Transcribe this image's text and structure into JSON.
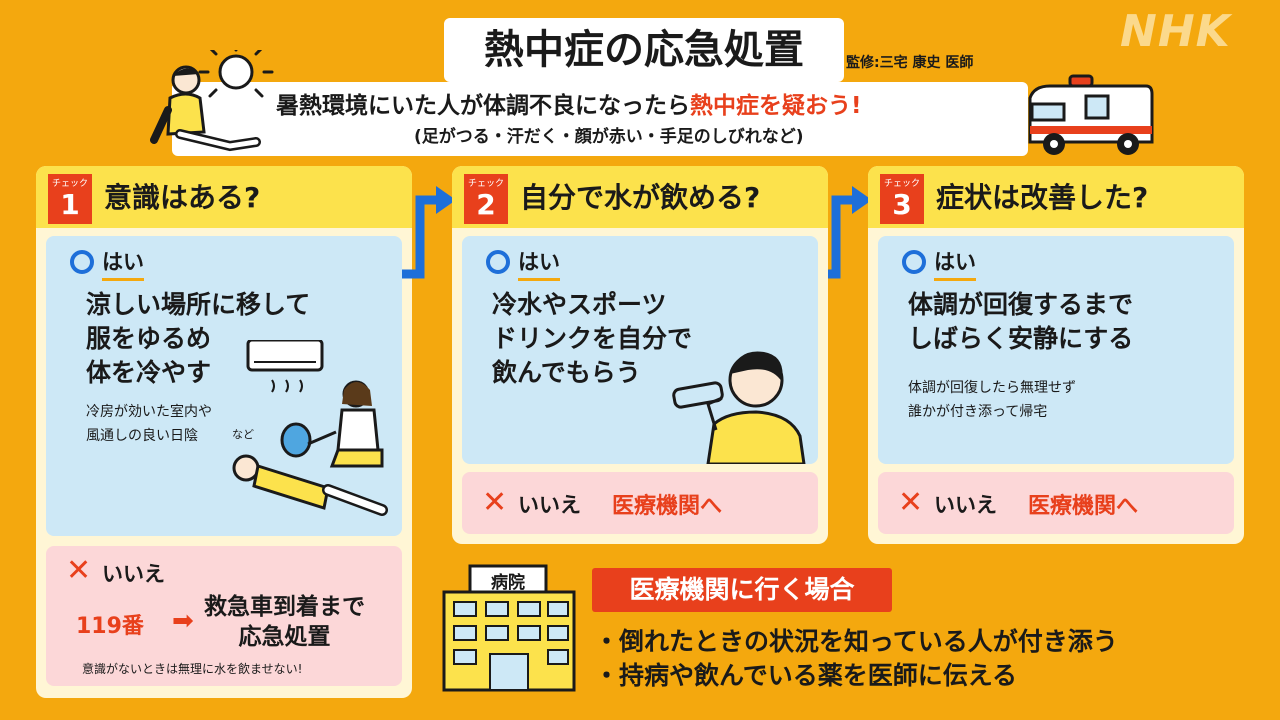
{
  "header": {
    "title": "熱中症の応急処置",
    "supervisor": "監修:三宅 康史 医師",
    "logo": "NHK",
    "warning_pre": "暑熱環境にいた人が体調不良になったら",
    "warning_emph": "熱中症を疑おう!",
    "warning_sub": "(足がつる・汗だく・顔が赤い・手足のしびれなど)"
  },
  "checks": [
    {
      "badge_small": "チェック",
      "badge_num": "1",
      "question": "意識はある?",
      "yes_label": "はい",
      "yes_main": "涼しい場所に移して\n服をゆるめ\n体を冷やす",
      "yes_sub": "冷房が効いた室内や\n風通しの良い日陰",
      "yes_sub_tail": "など",
      "no_label": "いいえ",
      "no_call": "119番",
      "no_action": "救急車到着まで\n応急処置",
      "no_note": "意識がないときは無理に水を飲ませない!"
    },
    {
      "badge_small": "チェック",
      "badge_num": "2",
      "question": "自分で水が飲める?",
      "yes_label": "はい",
      "yes_main": "冷水やスポーツ\nドリンクを自分で\n飲んでもらう",
      "no_label": "いいえ",
      "no_dest": "医療機関へ"
    },
    {
      "badge_small": "チェック",
      "badge_num": "3",
      "question": "症状は改善した?",
      "yes_label": "はい",
      "yes_main": "体調が回復するまで\nしばらく安静にする",
      "yes_sub": "体調が回復したら無理せず\n誰かが付き添って帰宅",
      "no_label": "いいえ",
      "no_dest": "医療機関へ"
    }
  ],
  "hospital": {
    "sign": "病院",
    "title": "医療機関に行く場合",
    "bullets": [
      "・倒れたときの状況を知っている人が付き添う",
      "・持病や飲んでいる薬を医師に伝える"
    ]
  },
  "colors": {
    "background": "#F4A80E",
    "accent_red": "#E8401C",
    "accent_blue": "#1E6FD9",
    "card_head": "#FCE24C",
    "yes_bg": "#CDE8F6",
    "no_bg": "#FCD7D8"
  }
}
